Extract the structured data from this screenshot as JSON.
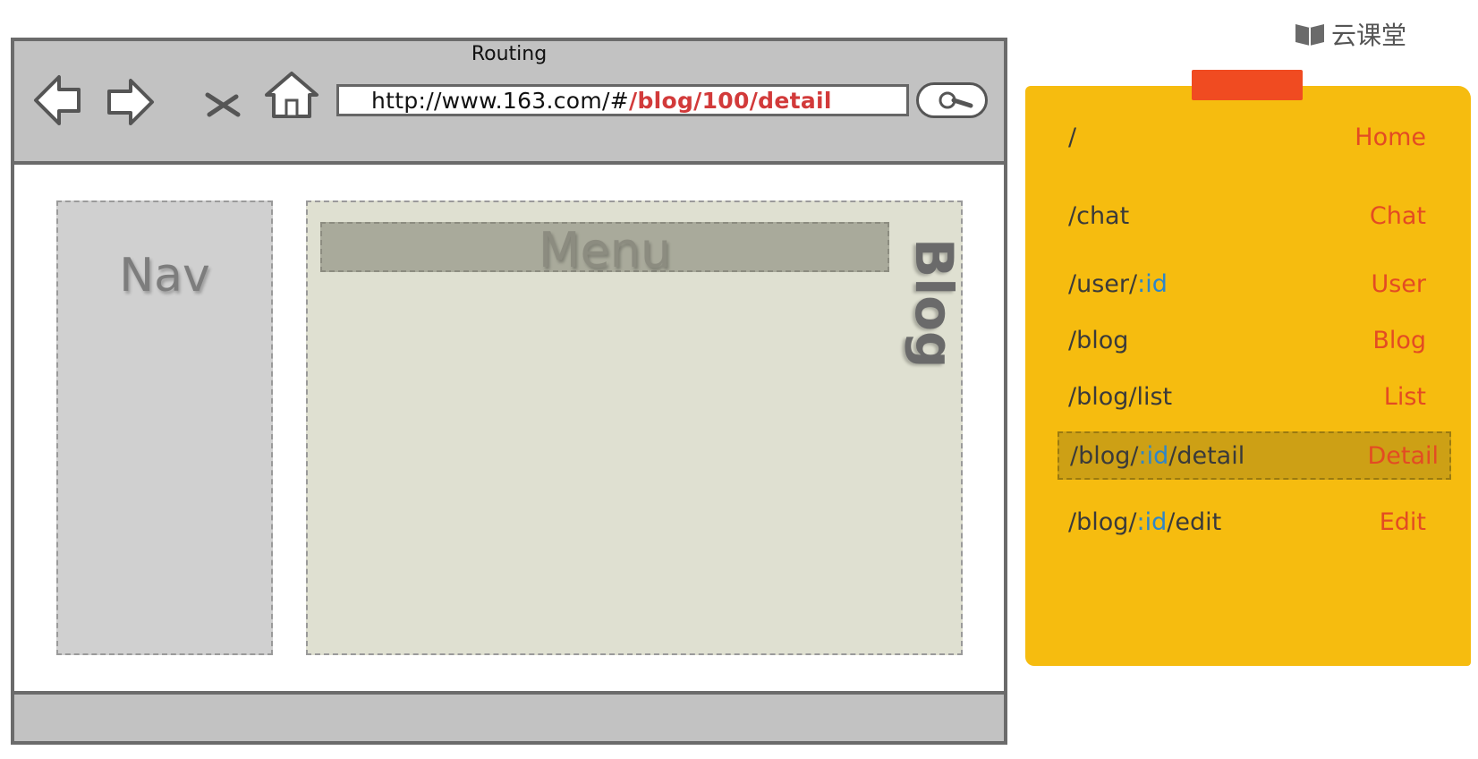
{
  "browser": {
    "title": "Routing",
    "url_base": "http://www.163.com/#",
    "url_path": "/blog/100/detail",
    "nav_label": "Nav",
    "menu_label": "Menu",
    "blog_label": "Blog"
  },
  "brand": {
    "name": "云课堂"
  },
  "routes": [
    {
      "path_prefix": "/",
      "param": "",
      "path_suffix": "",
      "name": "Home"
    },
    {
      "path_prefix": "/chat",
      "param": "",
      "path_suffix": "",
      "name": "Chat"
    },
    {
      "path_prefix": "/user/",
      "param": ":id",
      "path_suffix": "",
      "name": "User"
    },
    {
      "path_prefix": "/blog",
      "param": "",
      "path_suffix": "",
      "name": "Blog"
    },
    {
      "path_prefix": "/blog/list",
      "param": "",
      "path_suffix": "",
      "name": "List"
    },
    {
      "path_prefix": "/blog/",
      "param": ":id",
      "path_suffix": "/detail",
      "name": "Detail"
    },
    {
      "path_prefix": "/blog/",
      "param": ":id",
      "path_suffix": "/edit",
      "name": "Edit"
    }
  ],
  "colors": {
    "note": "#f6bc0f",
    "tape": "#f04b21",
    "route_name": "#e34b23",
    "param": "#2f86c8",
    "url_path": "#d23a3a"
  }
}
